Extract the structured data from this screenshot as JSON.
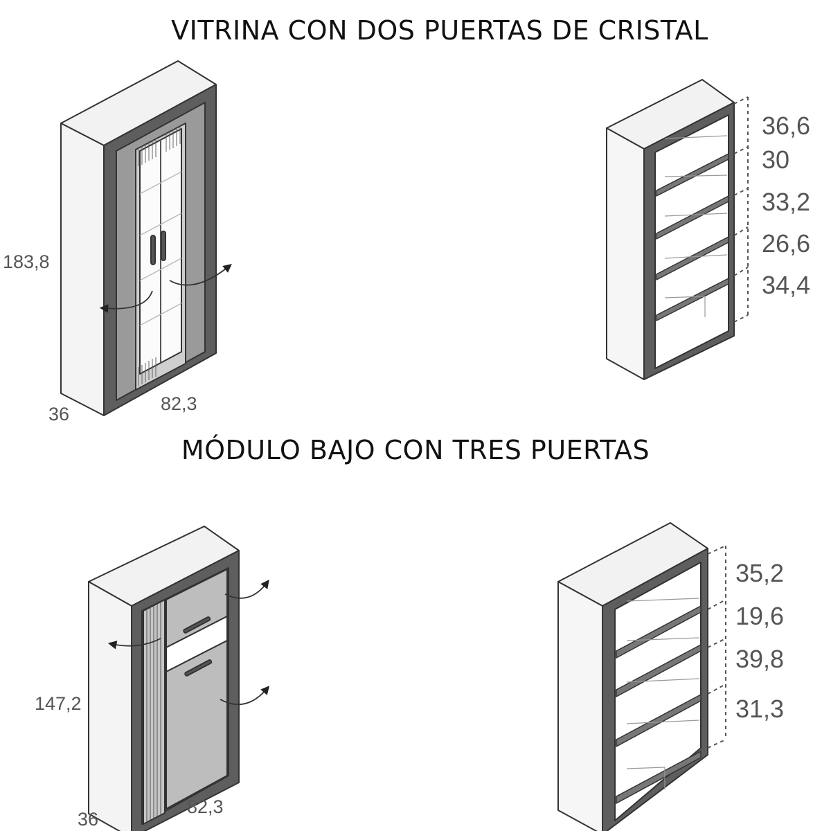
{
  "sections": [
    {
      "title": "VITRINA CON DOS PUERTAS DE CRISTAL",
      "closed_view": {
        "height": "183,8",
        "depth": "36",
        "width": "82,3"
      },
      "open_view": {
        "shelf_heights": [
          "36,6",
          "30",
          "33,2",
          "26,6",
          "34,4"
        ]
      }
    },
    {
      "title": "MÓDULO BAJO CON TRES PUERTAS",
      "closed_view": {
        "height": "147,2",
        "depth": "36",
        "width": "82,3"
      },
      "open_view": {
        "shelf_heights": [
          "35,2",
          "19,6",
          "39,8",
          "31,3"
        ]
      }
    }
  ],
  "colors": {
    "frame": "#555555",
    "panel": "#f2f2f2",
    "door": "#a8a8a8",
    "line": "#333333"
  }
}
